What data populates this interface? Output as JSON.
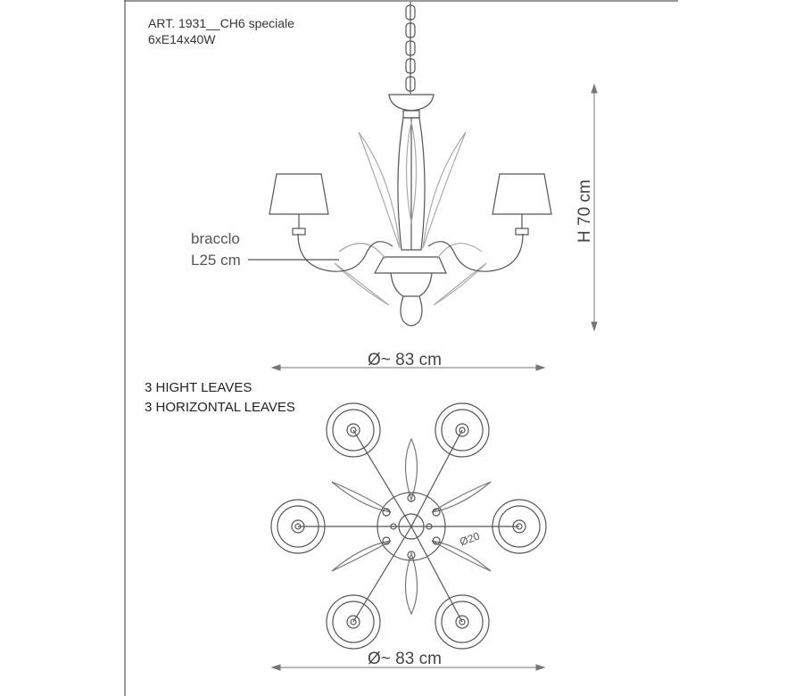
{
  "header": {
    "title": "ART. 1931__CH6 speciale",
    "spec": "6xE14x40W"
  },
  "labels": {
    "arm_line1": "bracclo",
    "arm_line2": "L25 cm",
    "height": "H 70 cm",
    "diameter_side": "Ø~ 83 cm",
    "diameter_top": "Ø~ 83 cm",
    "small_diameter": "Ø20",
    "leaves_line1": "3 HIGHT LEAVES",
    "leaves_line2": "3 HORIZONTAL LEAVES"
  },
  "colors": {
    "line": "#555555",
    "leaf": "#aaaaaa",
    "frame": "#333333"
  }
}
